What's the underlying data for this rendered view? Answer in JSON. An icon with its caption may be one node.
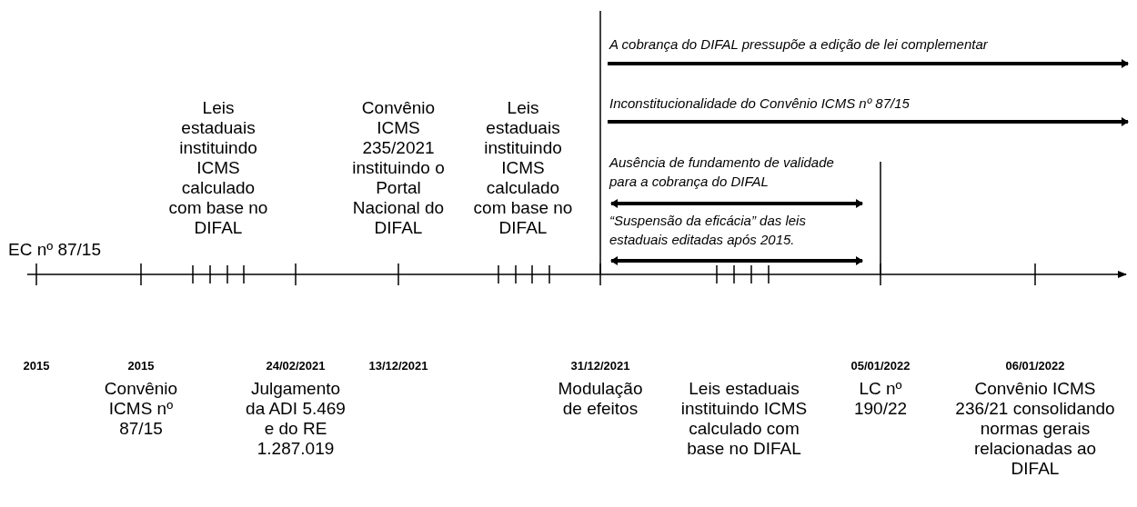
{
  "diagram": {
    "labels": [
      "A cobrança do DIFAL pressupõe a edição de lei complementar",
      "Inconstitucionalidade do Convênio ICMS nº 87/15",
      "Leis estaduais instituindo ICMS calculado com base no DIFAL",
      "Convênio ICMS 235/2021 instituindo o Portal Nacional do DIFAL",
      "Leis estaduais instituindo ICMS calculado com base no DIFAL",
      "Ausência de fundamento de validade para a cobrança do DIFAL",
      "“Suspensão da eficácia” das leis estaduais editadas após 2015.",
      "EC nº 87/15",
      "2015",
      "2015",
      "24/02/2021",
      "13/12/2021",
      "31/12/2021",
      "05/01/2022",
      "06/01/2022",
      "Convênio ICMS nº 87/15",
      "Julgamento da ADI 5.469 e do RE 1.287.019",
      "Modulação de efeitos",
      "Leis estaduais instituindo ICMS calculado com base no DIFAL",
      "LC nº 190/22",
      "Convênio ICMS 236/21 consolidando normas gerais relacionadas ao DIFAL"
    ]
  }
}
